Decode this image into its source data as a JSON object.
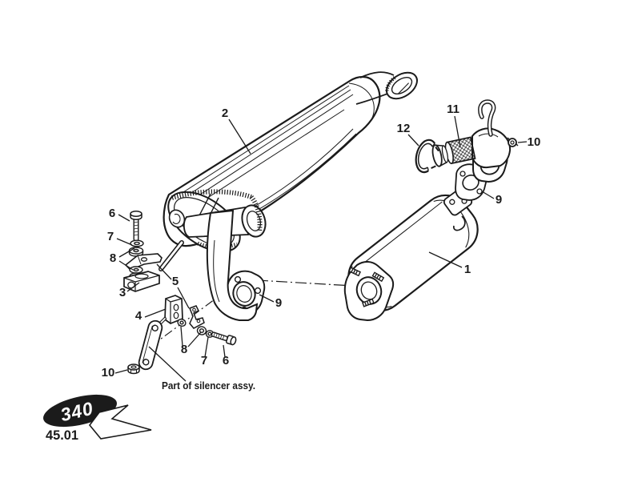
{
  "page": {
    "background": "#ffffff",
    "ink": "#1b1b1b"
  },
  "figure": {
    "note": "Part of silencer assy.",
    "section_code": "45.01",
    "logo_text": "340",
    "callouts": [
      {
        "label": "2"
      },
      {
        "label": "6"
      },
      {
        "label": "7"
      },
      {
        "label": "8"
      },
      {
        "label": "3"
      },
      {
        "label": "5"
      },
      {
        "label": "4"
      },
      {
        "label": "8"
      },
      {
        "label": "7"
      },
      {
        "label": "6"
      },
      {
        "label": "10"
      },
      {
        "label": "1"
      },
      {
        "label": "9"
      },
      {
        "label": "9"
      },
      {
        "label": "10"
      },
      {
        "label": "11"
      },
      {
        "label": "12"
      }
    ]
  }
}
